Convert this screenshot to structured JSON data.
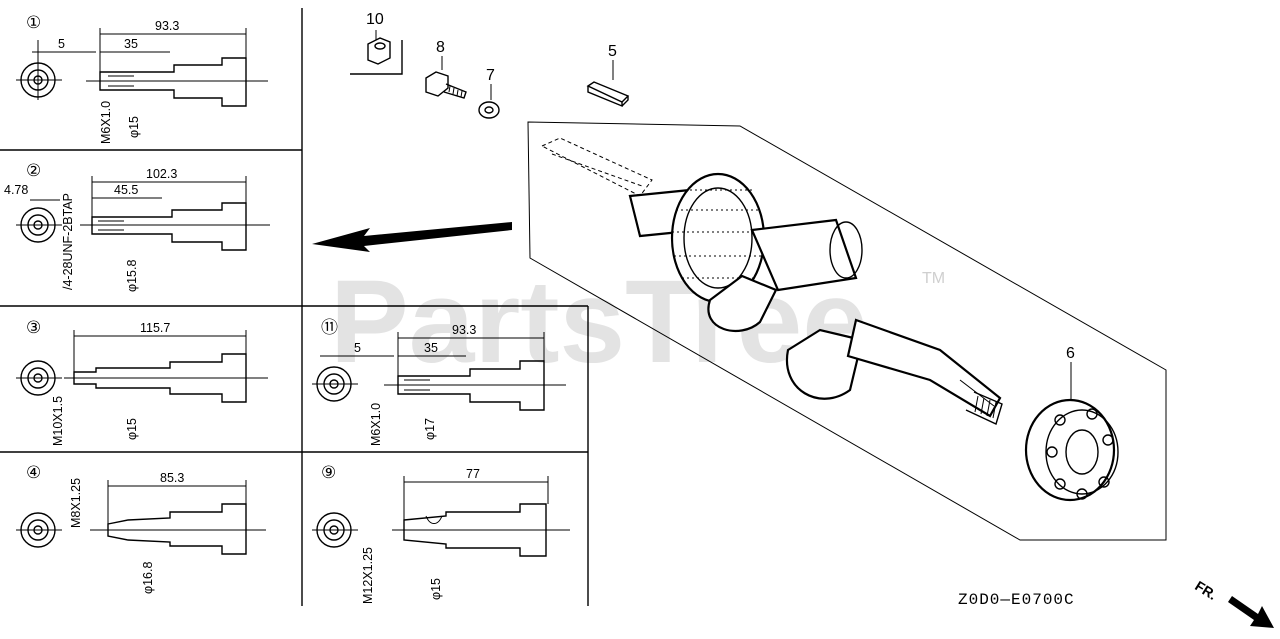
{
  "watermark": {
    "text": "PartsTree",
    "trademark": "TM"
  },
  "variants": [
    {
      "id": "v1",
      "callout": "①",
      "overall": "93.3",
      "mid": "35",
      "small": "5",
      "thread": "M6X1.0",
      "diameter": "φ15"
    },
    {
      "id": "v2",
      "callout": "②",
      "overall": "102.3",
      "mid": "45.5",
      "small": "4.78",
      "thread": "/4-28UNF-2BTAP",
      "diameter": "φ15.8"
    },
    {
      "id": "v3",
      "callout": "③",
      "overall": "115.7",
      "thread": "M10X1.5",
      "diameter": "φ15"
    },
    {
      "id": "v11",
      "callout": "⑪",
      "overall": "93.3",
      "mid": "35",
      "small": "5",
      "thread": "M6X1.0",
      "diameter": "φ17"
    },
    {
      "id": "v4",
      "callout": "④",
      "overall": "85.3",
      "thread": "M8X1.25",
      "diameter": "φ16.8"
    },
    {
      "id": "v9",
      "callout": "⑨",
      "overall": "77",
      "thread": "M12X1.25",
      "diameter": "φ15"
    }
  ],
  "parts": [
    {
      "ref": "10",
      "name": "nut"
    },
    {
      "ref": "8",
      "name": "bolt"
    },
    {
      "ref": "7",
      "name": "washer"
    },
    {
      "ref": "5",
      "name": "key"
    },
    {
      "ref": "6",
      "name": "bearing"
    }
  ],
  "diagram_code": "Z0D0—E0700C",
  "front_indicator": "FR."
}
